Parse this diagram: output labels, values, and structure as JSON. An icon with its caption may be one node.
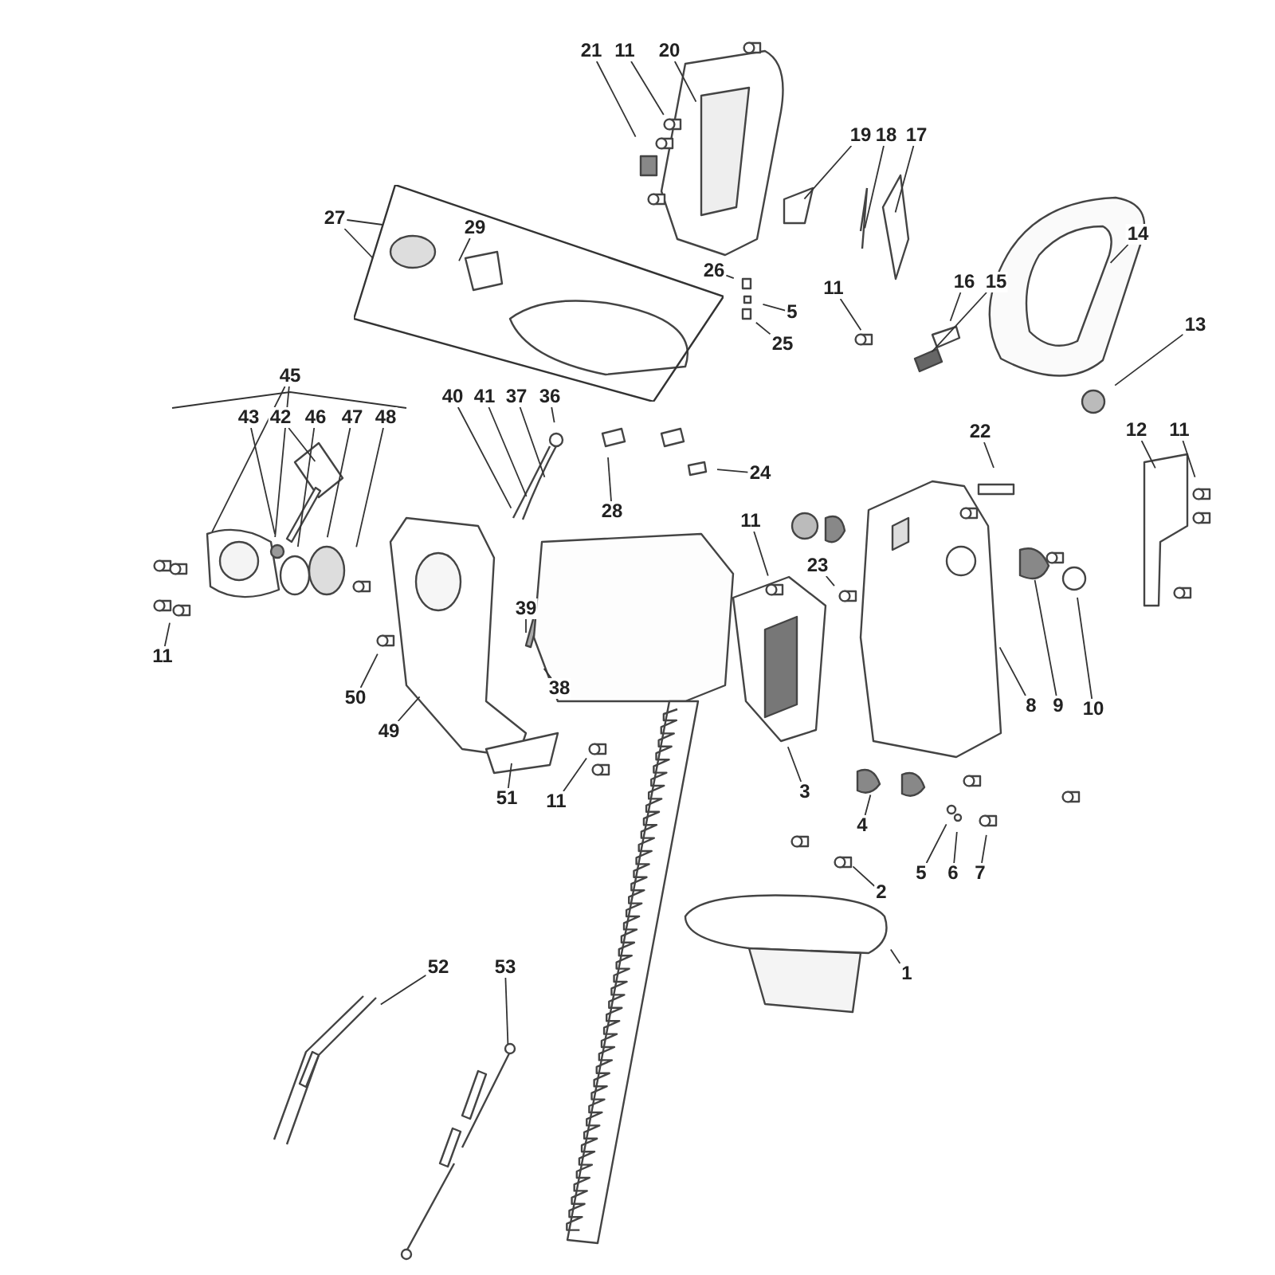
{
  "diagram": {
    "nodes": [
      {
        "text": [
          "21"
        ]
      },
      {
        "text": [
          "11"
        ]
      },
      {
        "text": [
          "20"
        ]
      },
      {
        "text": [
          "19"
        ]
      },
      {
        "text": [
          "18"
        ]
      },
      {
        "text": [
          "17"
        ]
      },
      {
        "text": [
          "27"
        ]
      },
      {
        "text": [],
        "shape": "box"
      },
      {
        "text": [
          "29"
        ],
        "in": 7
      },
      {
        "text": [
          "26"
        ]
      },
      {
        "text": [
          "5"
        ]
      },
      {
        "text": [
          "25"
        ]
      },
      {
        "text": [
          "14"
        ]
      },
      {
        "text": [
          "11"
        ]
      },
      {
        "text": [
          "16"
        ]
      },
      {
        "text": [
          "15"
        ]
      },
      {
        "text": [
          "13"
        ]
      },
      {
        "text": [
          "45"
        ]
      },
      {
        "text": [
          "43"
        ]
      },
      {
        "text": [
          "42"
        ]
      },
      {
        "text": [
          "46"
        ]
      },
      {
        "text": [
          "47"
        ]
      },
      {
        "text": [
          "48"
        ]
      },
      {
        "text": [
          "40"
        ]
      },
      {
        "text": [
          "41"
        ]
      },
      {
        "text": [
          "37"
        ]
      },
      {
        "text": [
          "36"
        ]
      },
      {
        "text": [
          "22"
        ]
      },
      {
        "text": [
          "12"
        ]
      },
      {
        "text": [
          "11"
        ]
      },
      {
        "text": [
          "24"
        ]
      },
      {
        "text": [
          "28"
        ]
      },
      {
        "text": [
          "11"
        ]
      },
      {
        "text": [
          "23"
        ]
      },
      {
        "text": [
          "39"
        ]
      },
      {
        "text": [
          "11"
        ]
      },
      {
        "text": [
          "38"
        ]
      },
      {
        "text": [
          "50"
        ]
      },
      {
        "text": [
          "49"
        ]
      },
      {
        "text": [
          "8"
        ]
      },
      {
        "text": [
          "9"
        ]
      },
      {
        "text": [
          "10"
        ]
      },
      {
        "text": [
          "51"
        ]
      },
      {
        "text": [
          "11"
        ]
      },
      {
        "text": [
          "3"
        ]
      },
      {
        "text": [
          "4"
        ]
      },
      {
        "text": [
          "5"
        ]
      },
      {
        "text": [
          "6"
        ]
      },
      {
        "text": [
          "7"
        ]
      },
      {
        "text": [
          "2"
        ]
      },
      {
        "text": [
          "1"
        ]
      },
      {
        "text": [
          "52"
        ]
      },
      {
        "text": [
          "53"
        ]
      }
    ],
    "edges": [
      {
        "from": 0,
        "to": null,
        "arrow": "none"
      },
      {
        "from": 1,
        "to": null,
        "arrow": "none"
      },
      {
        "from": 2,
        "to": null,
        "arrow": "none"
      },
      {
        "from": 3,
        "to": null,
        "arrow": "none"
      },
      {
        "from": 4,
        "to": null,
        "arrow": "none"
      },
      {
        "from": 5,
        "to": null,
        "arrow": "none"
      },
      {
        "from": 6,
        "to": 7,
        "arrow": "none"
      },
      {
        "from": 6,
        "to": 7,
        "arrow": "none"
      },
      {
        "from": 8,
        "to": null,
        "arrow": "none"
      },
      {
        "from": 9,
        "to": null,
        "arrow": "none"
      },
      {
        "from": 10,
        "to": null,
        "arrow": "none"
      },
      {
        "from": 11,
        "to": null,
        "arrow": "none"
      },
      {
        "from": 12,
        "to": null,
        "arrow": "none"
      },
      {
        "from": 13,
        "to": null,
        "arrow": "none"
      },
      {
        "from": 14,
        "to": null,
        "arrow": "none"
      },
      {
        "from": 15,
        "to": null,
        "arrow": "none"
      },
      {
        "from": 16,
        "to": null,
        "arrow": "none"
      },
      {
        "from": 17,
        "to": null,
        "arrow": "none"
      },
      {
        "from": 17,
        "to": null,
        "arrow": "none"
      },
      {
        "from": 18,
        "to": null,
        "arrow": "none"
      },
      {
        "from": 19,
        "to": null,
        "arrow": "none"
      },
      {
        "from": 20,
        "to": null,
        "arrow": "none"
      },
      {
        "from": 21,
        "to": null,
        "arrow": "none"
      },
      {
        "from": 22,
        "to": null,
        "arrow": "none"
      },
      {
        "from": 23,
        "to": null,
        "arrow": "none"
      },
      {
        "from": 24,
        "to": null,
        "arrow": "none"
      },
      {
        "from": 25,
        "to": null,
        "arrow": "none"
      },
      {
        "from": 26,
        "to": null,
        "arrow": "none"
      },
      {
        "from": 27,
        "to": null,
        "arrow": "none"
      },
      {
        "from": 28,
        "to": null,
        "arrow": "none"
      },
      {
        "from": 29,
        "to": null,
        "arrow": "none"
      },
      {
        "from": 30,
        "to": null,
        "arrow": "none"
      },
      {
        "from": 31,
        "to": null,
        "arrow": "none"
      },
      {
        "from": 32,
        "to": null,
        "arrow": "none"
      },
      {
        "from": 33,
        "to": null,
        "arrow": "none"
      },
      {
        "from": 34,
        "to": null,
        "arrow": "none"
      },
      {
        "from": 35,
        "to": null,
        "arrow": "none"
      },
      {
        "from": 36,
        "to": null,
        "arrow": "none"
      },
      {
        "from": 37,
        "to": null,
        "arrow": "none"
      },
      {
        "from": 38,
        "to": null,
        "arrow": "none"
      },
      {
        "from": 39,
        "to": null,
        "arrow": "none"
      },
      {
        "from": 40,
        "to": null,
        "arrow": "none"
      },
      {
        "from": 41,
        "to": null,
        "arrow": "none"
      },
      {
        "from": 42,
        "to": null,
        "arrow": "none"
      },
      {
        "from": 43,
        "to": null,
        "arrow": "none"
      },
      {
        "from": 44,
        "to": null,
        "arrow": "none"
      },
      {
        "from": 45,
        "to": null,
        "arrow": "none"
      },
      {
        "from": 46,
        "to": null,
        "arrow": "none"
      },
      {
        "from": 47,
        "to": null,
        "arrow": "none"
      },
      {
        "from": 48,
        "to": null,
        "arrow": "none"
      },
      {
        "from": 49,
        "to": null,
        "arrow": "none"
      },
      {
        "from": 50,
        "to": null,
        "arrow": "none"
      },
      {
        "from": 51,
        "to": null,
        "arrow": "none"
      },
      {
        "from": 52,
        "to": null,
        "arrow": "none"
      }
    ]
  }
}
